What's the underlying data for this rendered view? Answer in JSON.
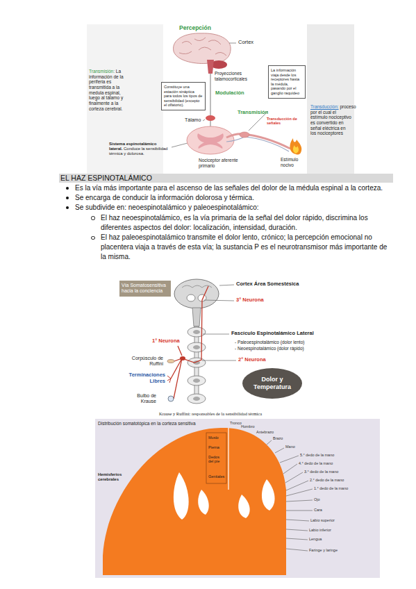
{
  "diagram": {
    "title": "EL HAZ ESPINOTALÁMICO",
    "caption": "Krause y Ruffini: responsables de la sensibilidad térmica",
    "nodes": [
      {
        "text": [
          "Constituye una estación sináptica para todos los tipos de sensibilidad (excepto el olfatorio)."
        ]
      },
      {
        "text": [
          "La información viaja desde los receptores hasta la médula, pasando por el ganglio raquídeo"
        ]
      },
      {
        "text": [
          "Vía Somatosensitiva hacia la conciencia"
        ]
      },
      {
        "text": [
          "Dolor y Temperatura"
        ]
      }
    ],
    "labels": [
      "Percepción",
      "Cortex",
      "Transmisión:",
      "La información de la periferia es transmitida a la medula espinal, luego al tálamo y finalmente a la corteza cerebral.",
      "Proyecciones talamocorticales",
      "Modulación",
      "Tálamo",
      "Transmisión",
      "Transducción de señales",
      "Transducción:",
      "proceso por el cual el estímulo nociceptivo es convertido en señal eléctrica en los nociceptores",
      "Sistema espinotalámico lateral.",
      "Conduce la sensibilidad térmica y dolorosa.",
      "Nociceptor aferente primario",
      "Estímulo nocivo",
      "Es la vía más importante para el ascenso de las señales del dolor de la médula espinal a la corteza.",
      "Se encarga de conducir la información dolorosa y térmica.",
      "Se subdivide en: neoespinotalámico y paleoespinotalámico:",
      "El haz neoespinotalámico, es la vía primaria de la señal del dolor rápido, discrimina los diferentes aspectos del dolor: localización, intensidad, duración.",
      "El haz paleoespinotalámico transmite el dolor lento, crónico; la percepción emocional no placentera viaja a través de esta vía; la sustancia P es el neurotransmisor más importante de la misma.",
      "Cortex Área Somestésica",
      "3° Neurona",
      "Fascículo Espinotalámico Lateral",
      "- Paleoespinotalámico (dolor lento)",
      "- Neoespinotalámico (dolor rápido)",
      "1° Neurona",
      "2° Neurona",
      "Corpúsculo de Ruffini",
      "Terminaciones Libres",
      "Bulbo de Krause",
      "Distribución somatotópica en la corteza sensitiva",
      "Hemisferios cerebrales",
      "Tronco",
      "Hombro",
      "Antebrazo",
      "Brazo",
      "Mano",
      "5.° dedo de la mano",
      "4.° dedo de la mano",
      "3.° dedo de la mano",
      "2.° dedo de la mano",
      "1.° dedo de la mano",
      "Ojo",
      "Cara",
      "Labio superior",
      "Labio inferior",
      "Lengua",
      "Faringe y laringe",
      "Muslo",
      "Pierna",
      "Dedos del pie",
      "Genitales"
    ]
  }
}
